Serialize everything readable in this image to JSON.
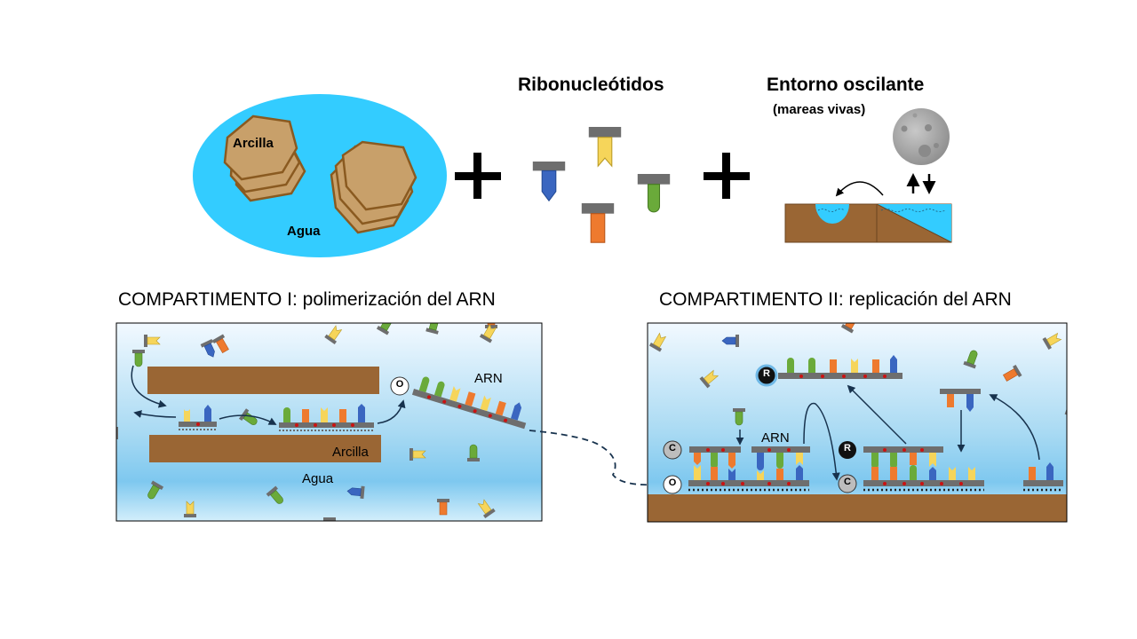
{
  "top": {
    "clay_label": "Arcilla",
    "water_label": "Agua",
    "nucleotides_title": "Ribonucleótidos",
    "environment_title": "Entorno oscilante",
    "environment_subtitle": "(mareas vivas)"
  },
  "compartment1": {
    "title": "COMPARTIMENTO I: polimerización del ARN",
    "rna_label": "ARN",
    "clay_label": "Arcilla",
    "water_label": "Agua",
    "marker_o": "O"
  },
  "compartment2": {
    "title": "COMPARTIMENTO II: replicación del ARN",
    "rna_label": "ARN",
    "marker_r1": "R",
    "marker_r2": "R",
    "marker_c1": "C",
    "marker_c2": "C",
    "marker_o": "O"
  },
  "colors": {
    "clay": "#9a6634",
    "clay_light": "#c8a06a",
    "water": "#33ccff",
    "backbone": "#6e6e6e",
    "blue_nt": "#3a66c0",
    "yellow_nt": "#f6d55a",
    "orange_nt": "#ee7a2e",
    "green_nt": "#6aaa3a"
  }
}
